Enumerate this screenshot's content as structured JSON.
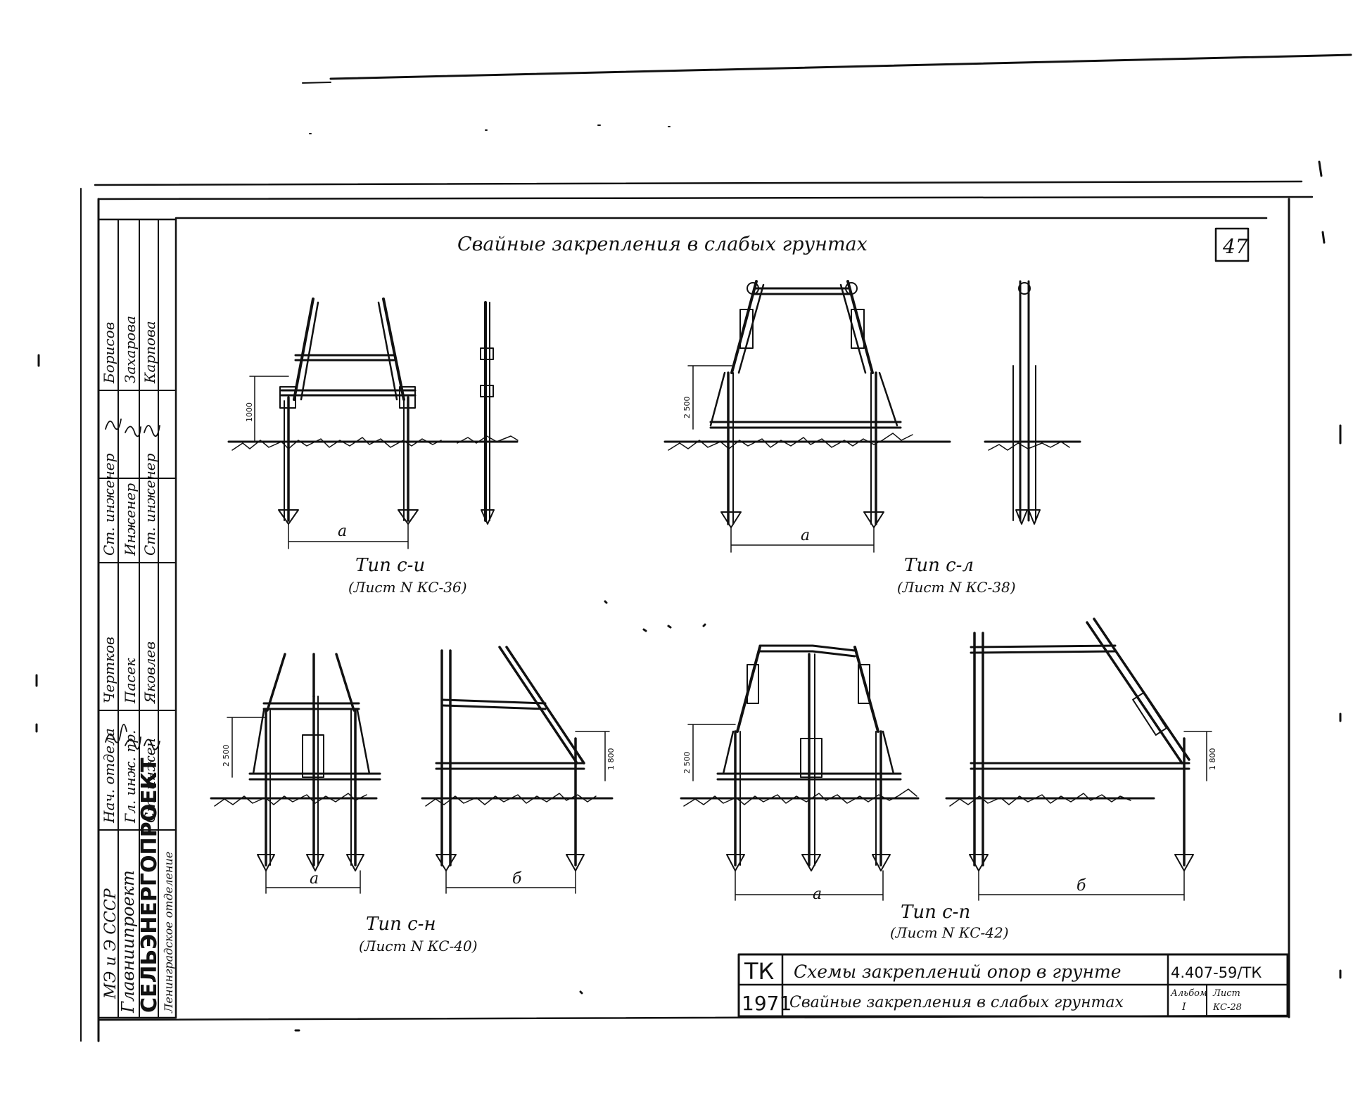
{
  "sheet": {
    "title": "Свайные закрепления в слабых грунтах",
    "page_number": "47"
  },
  "diagrams": [
    {
      "type_label": "Тип с-и",
      "sheet_ref": "(Лист N КС-36)",
      "span_a": "а",
      "height": "1000"
    },
    {
      "type_label": "Тип с-л",
      "sheet_ref": "(Лист N КС-38)",
      "span_a": "а",
      "height": "2 500"
    },
    {
      "type_label": "Тип с-н",
      "sheet_ref": "(Лист N КС-40)",
      "span_a": "а",
      "span_b": "б",
      "height_a": "2 500",
      "height_b": "1 800"
    },
    {
      "type_label": "Тип с-п",
      "sheet_ref": "(Лист N КС-42)",
      "span_a": "а",
      "span_b": "б",
      "height_a": "2 500",
      "height_b": "1 800"
    }
  ],
  "stamp_side": {
    "org_top": "МЭ и Э СССР",
    "org_name": "Главниипроект",
    "institute": "СЕЛЬЭНЕРГОПРОЕКТ",
    "department": "Ленинградское отделение",
    "roles": [
      "Нач. отдела",
      "Гл. инж. пр.",
      "Ст. инжен",
      "Ст. инженер",
      "Инженер",
      "Ст. инженер"
    ],
    "names": [
      "Чертков",
      "Пасек",
      "Яковлев",
      "Борисов",
      "Захарова",
      "Карпова"
    ]
  },
  "title_block": {
    "code_tk": "ТК",
    "year": "1971",
    "title_main": "Схемы закреплений опор в грунте",
    "title_sub": "Свайные закрепления в слабых грунтах",
    "doc_number": "4.407-59/ТК",
    "album_label": "Альбом",
    "album_value": "I",
    "sheet_label": "Лист",
    "sheet_value": "КС-28"
  }
}
